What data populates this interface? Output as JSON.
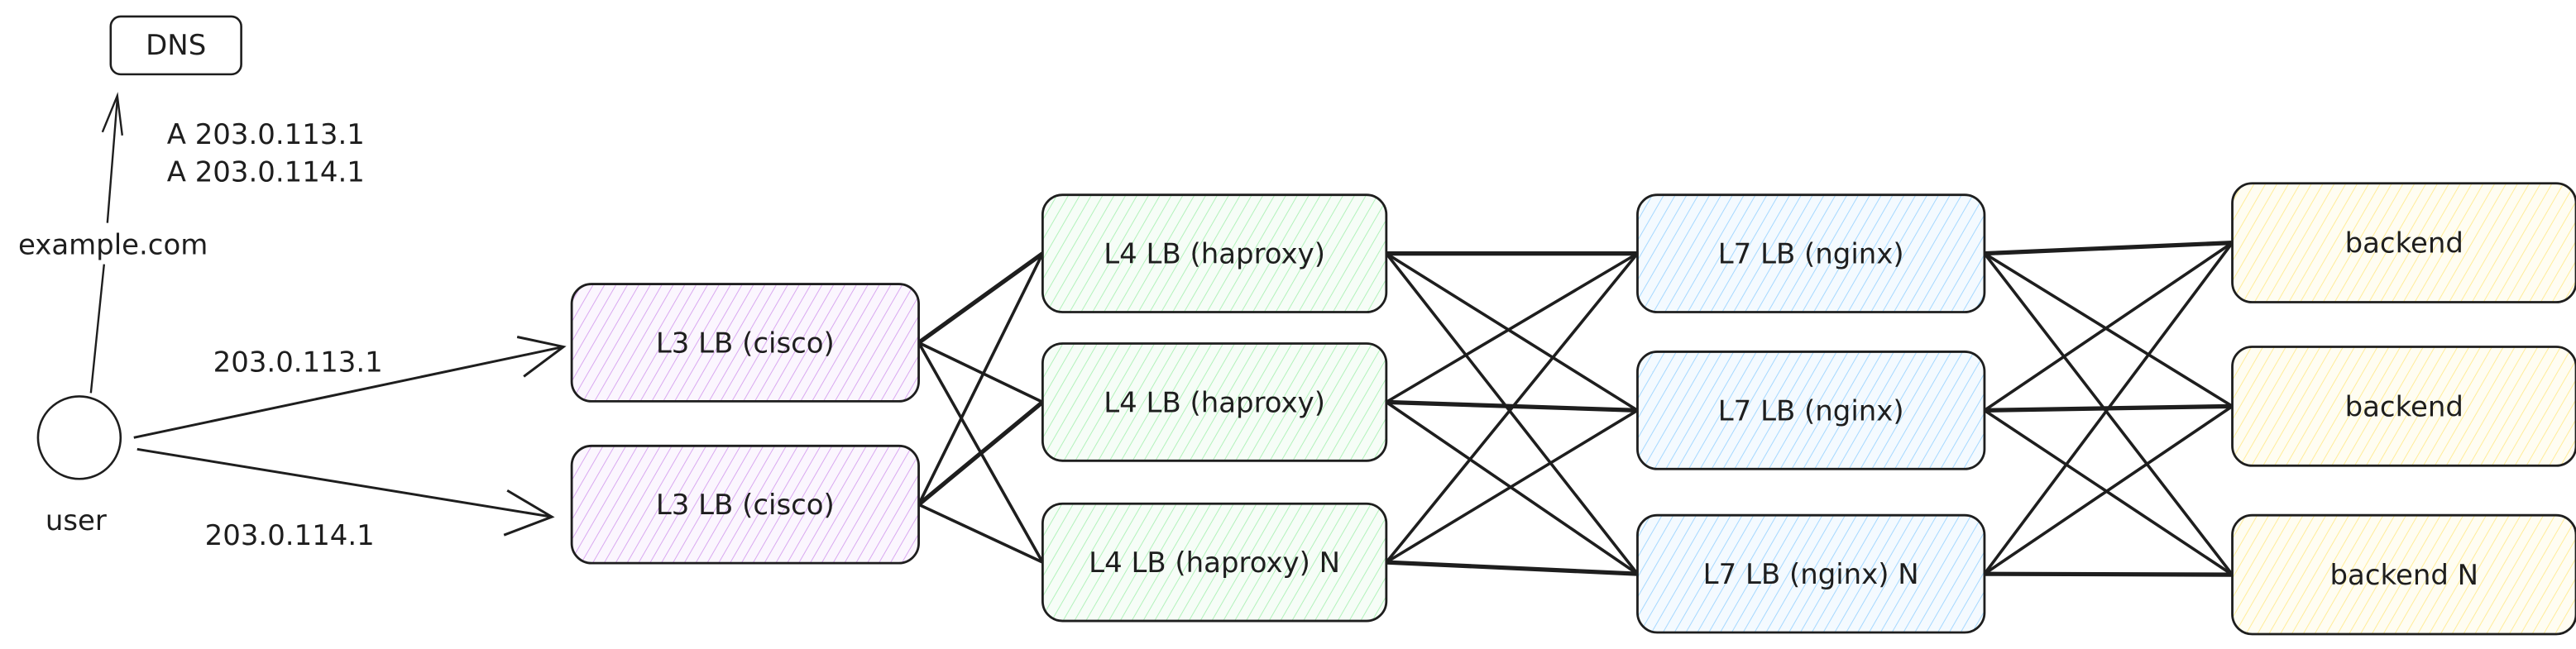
{
  "dns": {
    "label": "DNS"
  },
  "dns_records": [
    "A 203.0.113.1",
    "A 203.0.114.1"
  ],
  "query_label": "example.com",
  "user": {
    "label": "user"
  },
  "route_labels": [
    "203.0.113.1",
    "203.0.114.1"
  ],
  "layers": {
    "l3": {
      "color": "#d9a8f0",
      "nodes": [
        "L3 LB (cisco)",
        "L3 LB (cisco)"
      ]
    },
    "l4": {
      "color": "#b2f2bb",
      "nodes": [
        "L4 LB (haproxy)",
        "L4 LB (haproxy)",
        "L4 LB (haproxy) N"
      ]
    },
    "l7": {
      "color": "#a5d8ff",
      "nodes": [
        "L7 LB (nginx)",
        "L7 LB (nginx)",
        "L7 LB (nginx) N"
      ]
    },
    "backend": {
      "color": "#ffec99",
      "nodes": [
        "backend",
        "backend",
        "backend N"
      ]
    }
  }
}
